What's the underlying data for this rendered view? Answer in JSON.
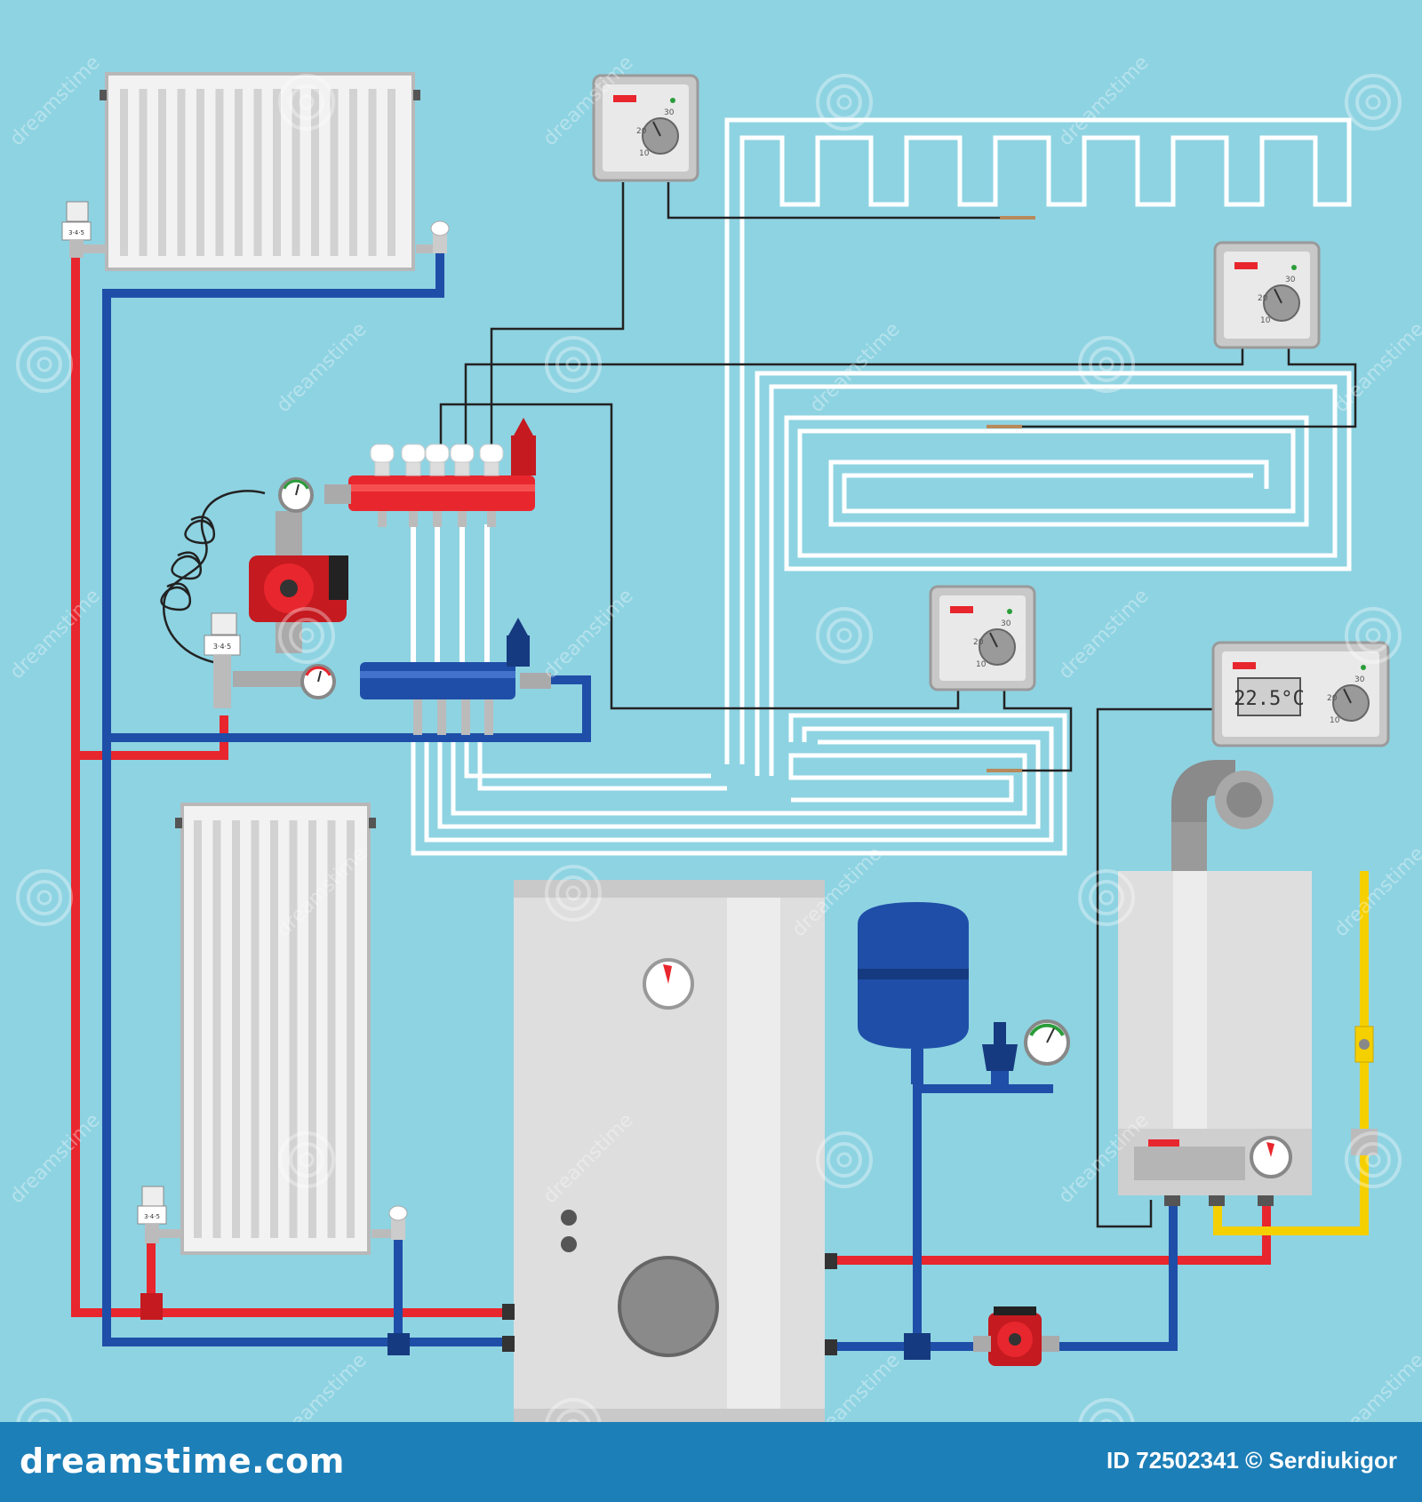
{
  "thermostats": [
    {
      "id": "t1",
      "dial_labels": [
        "30",
        "20",
        "10"
      ]
    },
    {
      "id": "t2",
      "dial_labels": [
        "30",
        "20",
        "10"
      ]
    },
    {
      "id": "t3",
      "dial_labels": [
        "30",
        "20",
        "10"
      ]
    },
    {
      "id": "t4",
      "dial_labels": [
        "30",
        "20",
        "10"
      ],
      "display": "22.5°C"
    }
  ],
  "radiator_valve_label": "3·4·5",
  "watermark": "dreamstime",
  "footer": {
    "site": "dreamstime.com",
    "credit": "ID 72502341 © Serdiukigor"
  },
  "colors": {
    "background": "#8ed3e2",
    "hot_pipe": "#e8262d",
    "cold_pipe": "#1f4ea8",
    "gas_pipe": "#f5d000",
    "floor_coil": "#ffffff",
    "footer": "#1d7fb8"
  }
}
